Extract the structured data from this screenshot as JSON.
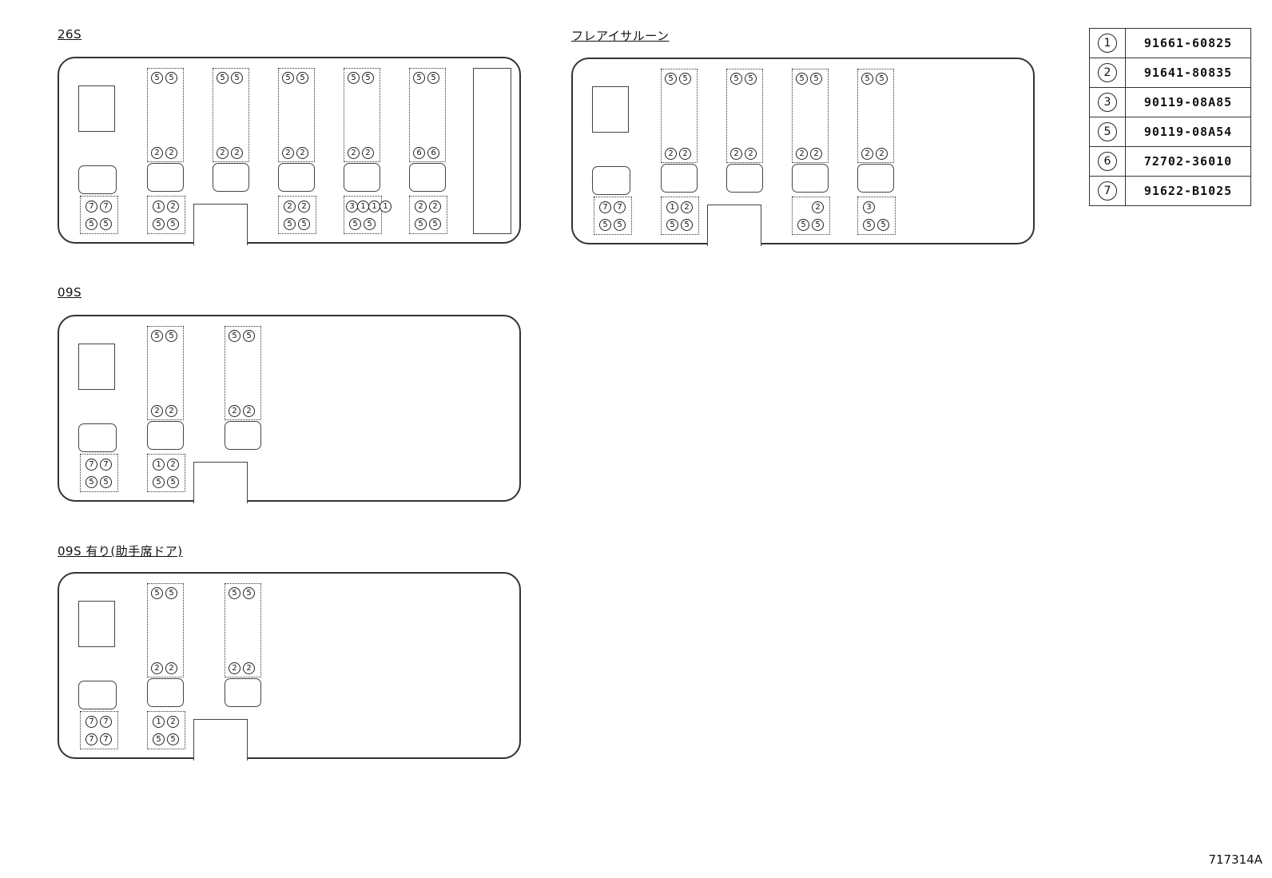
{
  "panels": [
    {
      "id": "26s",
      "title": "26S",
      "seats": [
        {
          "top": [
            "5",
            "5"
          ],
          "bottom": [
            "2",
            "2"
          ]
        },
        {
          "top": [
            "5",
            "5"
          ],
          "bottom": [
            "2",
            "2"
          ]
        },
        {
          "top": [
            "5",
            "5"
          ],
          "bottom": [
            "2",
            "2"
          ]
        },
        {
          "top": [
            "5",
            "5"
          ],
          "bottom": [
            "2",
            "2"
          ]
        },
        {
          "top": [
            "5",
            "5"
          ],
          "bottom": [
            "6",
            "6"
          ]
        }
      ],
      "lower": [
        {
          "col": 0,
          "row1": [
            "7",
            "7"
          ],
          "row2": [
            "5",
            "5"
          ]
        },
        {
          "col": 1,
          "row1": [
            "1",
            "2"
          ],
          "row2": [
            "5",
            "5"
          ]
        },
        {
          "col": 3,
          "row1": [
            "2",
            "2"
          ],
          "row2": [
            "5",
            "5"
          ]
        },
        {
          "col": 4,
          "row1": [
            "3",
            "1",
            "1",
            "1"
          ],
          "row2": [
            "5",
            "5"
          ]
        },
        {
          "col": 5,
          "row1": [
            "2",
            "2"
          ],
          "row2": [
            "5",
            "5"
          ]
        }
      ]
    },
    {
      "id": "flair-saloon",
      "title": "フレアイサルーン",
      "seats": [
        {
          "top": [
            "5",
            "5"
          ],
          "bottom": [
            "2",
            "2"
          ]
        },
        {
          "top": [
            "5",
            "5"
          ],
          "bottom": [
            "2",
            "2"
          ]
        },
        {
          "top": [
            "5",
            "5"
          ],
          "bottom": [
            "2",
            "2"
          ]
        },
        {
          "top": [
            "5",
            "5"
          ],
          "bottom": [
            "2",
            "2"
          ]
        }
      ],
      "lower": [
        {
          "col": 0,
          "row1": [
            "7",
            "7"
          ],
          "row2": [
            "5",
            "5"
          ]
        },
        {
          "col": 1,
          "row1": [
            "1",
            "2"
          ],
          "row2": [
            "5",
            "5"
          ]
        },
        {
          "col": 3,
          "row1": [
            "",
            "2"
          ],
          "row2": [
            "5",
            "5"
          ]
        },
        {
          "col": 4,
          "row1": [
            "3",
            ""
          ],
          "row2": [
            "5",
            "5"
          ]
        }
      ]
    },
    {
      "id": "09s",
      "title": "09S",
      "seats": [
        {
          "top": [
            "5",
            "5"
          ],
          "bottom": [
            "2",
            "2"
          ]
        },
        {
          "top": [
            "5",
            "5"
          ],
          "bottom": [
            "2",
            "2"
          ]
        }
      ],
      "lower": [
        {
          "col": 0,
          "row1": [
            "7",
            "7"
          ],
          "row2": [
            "5",
            "5"
          ]
        },
        {
          "col": 1,
          "row1": [
            "1",
            "2"
          ],
          "row2": [
            "5",
            "5"
          ]
        }
      ]
    },
    {
      "id": "09s-door",
      "title": "09S 有り(助手席ドア)",
      "seats": [
        {
          "top": [
            "5",
            "5"
          ],
          "bottom": [
            "2",
            "2"
          ]
        },
        {
          "top": [
            "5",
            "5"
          ],
          "bottom": [
            "2",
            "2"
          ]
        }
      ],
      "lower": [
        {
          "col": 0,
          "row1": [
            "7",
            "7"
          ],
          "row2": [
            "7",
            "7"
          ]
        },
        {
          "col": 1,
          "row1": [
            "1",
            "2"
          ],
          "row2": [
            "5",
            "5"
          ]
        }
      ]
    }
  ],
  "legend": [
    {
      "key": "1",
      "part": "91661-60825"
    },
    {
      "key": "2",
      "part": "91641-80835"
    },
    {
      "key": "3",
      "part": "90119-08A85"
    },
    {
      "key": "5",
      "part": "90119-08A54"
    },
    {
      "key": "6",
      "part": "72702-36010"
    },
    {
      "key": "7",
      "part": "91622-B1025"
    }
  ],
  "figure_code": "717314A"
}
